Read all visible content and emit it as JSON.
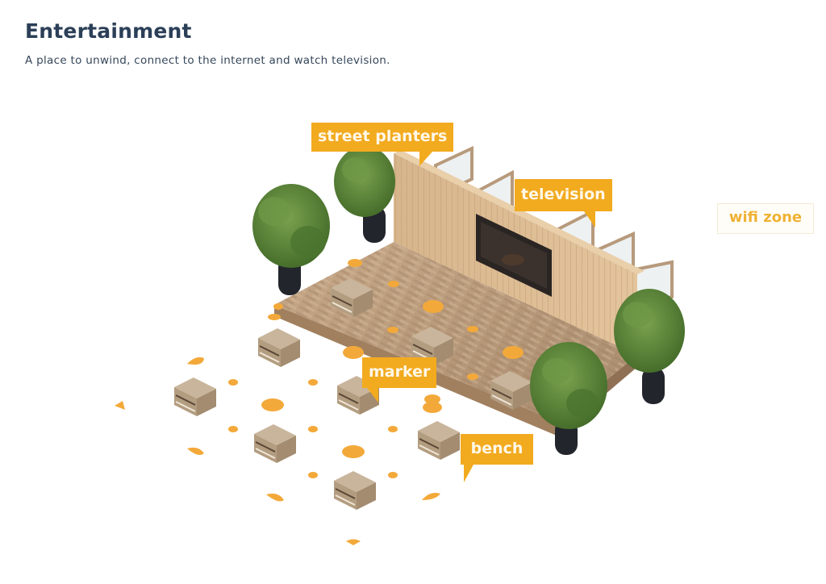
{
  "header": {
    "title": "Entertainment",
    "subtitle": "A place to unwind, connect to the internet and watch television."
  },
  "labels": {
    "street_planters": "street planters",
    "television": "television",
    "wifi_zone": "wifi zone",
    "marker": "marker",
    "bench": "bench"
  },
  "colors": {
    "accent": "#f2aa1f",
    "title": "#2b3f57",
    "deck": "#b99a7c",
    "wall": "#d9b98f",
    "planter_pot": "#22252c",
    "foliage": "#5f8a3c",
    "screen": "#2a2523"
  }
}
